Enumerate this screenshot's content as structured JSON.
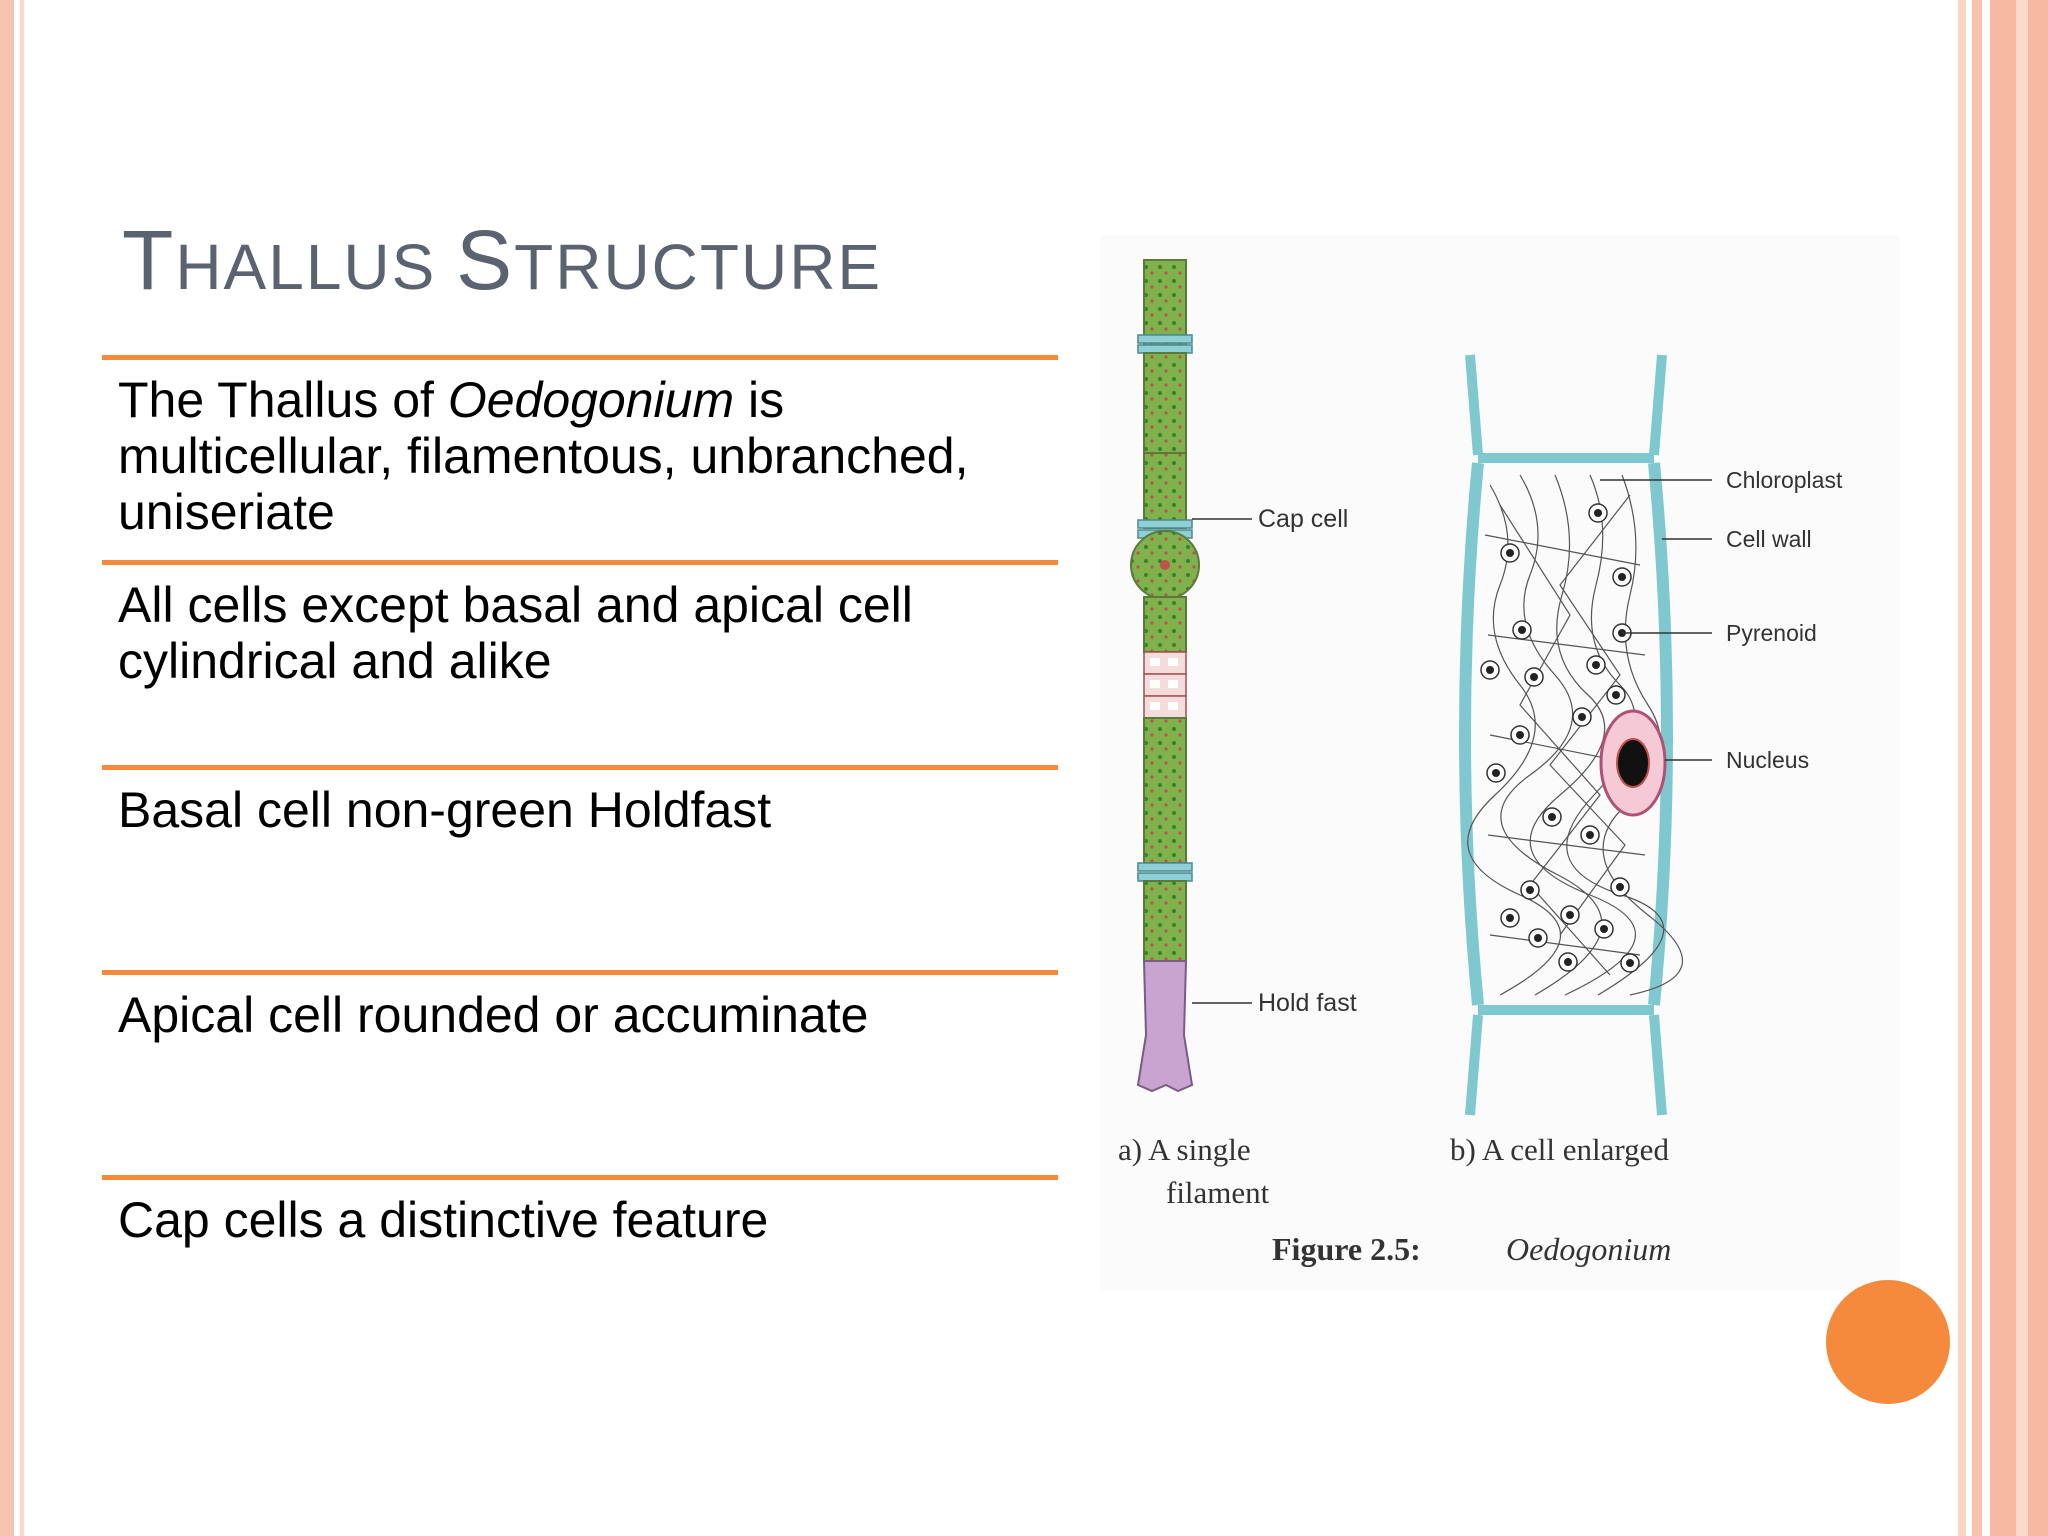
{
  "slide": {
    "title_parts": [
      "T",
      "HALLUS ",
      "S",
      "TRUCTURE"
    ],
    "bullets": {
      "b1_pre": "The Thallus of ",
      "b1_italic": "Oedogonium",
      "b1_post": " is multicellular, filamentous, unbranched, uniseriate",
      "b2": "All cells except basal and apical cell cylindrical and alike",
      "b3": "Basal cell non-green Holdfast",
      "b4": "Apical cell rounded or accuminate",
      "b5": "Cap cells a distinctive feature"
    }
  },
  "figure": {
    "labels": {
      "cap_cell": "Cap cell",
      "hold_fast": "Hold fast",
      "chloroplast": "Chloroplast",
      "cell_wall": "Cell wall",
      "pyrenoid": "Pyrenoid",
      "nucleus": "Nucleus"
    },
    "caption_a_line1": "a) A single",
    "caption_a_line2": "filament",
    "caption_b": "b) A cell enlarged",
    "figure_label": "Figure 2.5:",
    "figure_name": "Oedogonium"
  },
  "colors": {
    "accent": "#f58a3d",
    "title": "#5b6270",
    "filament_green": "#7fb24c",
    "wall_blue": "#7fc8cf",
    "holdfast_purple": "#c9a4d1",
    "nucleus_pink": "#e79bb8"
  }
}
